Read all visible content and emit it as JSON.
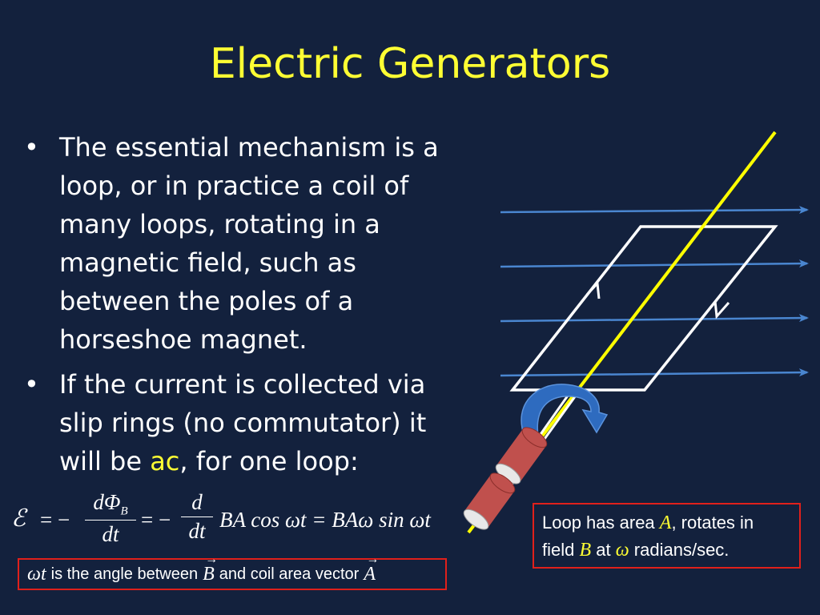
{
  "title": "Electric Generators",
  "bullets": [
    {
      "text": "The essential mechanism is a loop, or in practice a coil of many loops, rotating in a magnetic field, such as between the poles of a horseshoe magnet."
    },
    {
      "text_before": "If the current is collected via slip rings (no commutator) it will be ",
      "highlight": "ac",
      "text_after": ", for one loop:"
    }
  ],
  "formula": {
    "emf_symbol": "ℰ",
    "eq1": "= −",
    "frac1_num": "dΦ",
    "frac1_sub": "B",
    "frac1_den": "dt",
    "eq2": "= −",
    "frac2_num": "d",
    "frac2_den": "dt",
    "rhs": "BA cos ωt = BAω sin ωt"
  },
  "angle_box": {
    "symbol": "ωt",
    "text1": "is the angle between",
    "vec_b": "B",
    "text2": "and coil area vector",
    "vec_a": "A"
  },
  "loop_box": {
    "line1_before": "Loop has area ",
    "line1_var": "A",
    "line1_after": ", rotates in",
    "line2_before": "field ",
    "line2_var": "B",
    "line2_mid": " at ",
    "line2_var2": "ω",
    "line2_after": " radians/sec."
  },
  "colors": {
    "background": "#13213d",
    "title": "#ffff33",
    "field_lines": "#4a86d0",
    "axis": "#ffff00",
    "loop": "#ffffff",
    "slip_ring": "#c0504d",
    "rotation_arrow": "#2e6bbf",
    "box_border": "#e0201b"
  }
}
